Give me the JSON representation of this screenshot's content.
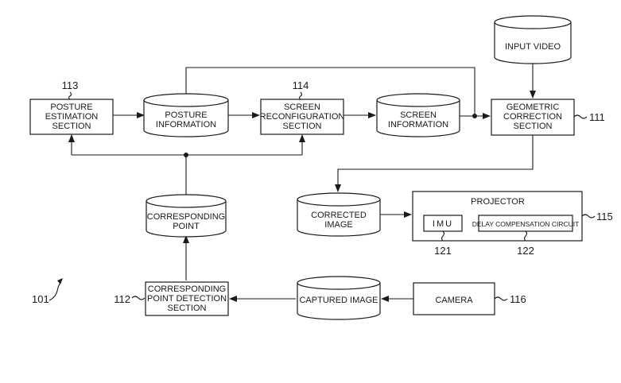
{
  "nodes": {
    "input_video": {
      "lines": [
        "INPUT VIDEO"
      ]
    },
    "posture_estimation": {
      "lines": [
        "POSTURE",
        "ESTIMATION",
        "SECTION"
      ],
      "ref": "113"
    },
    "posture_information": {
      "lines": [
        "POSTURE",
        "INFORMATION"
      ]
    },
    "screen_reconfiguration": {
      "lines": [
        "SCREEN",
        "RECONFIGURATION",
        "SECTION"
      ],
      "ref": "114"
    },
    "screen_information": {
      "lines": [
        "SCREEN",
        "INFORMATION"
      ]
    },
    "geometric_correction": {
      "lines": [
        "GEOMETRIC",
        "CORRECTION",
        "SECTION"
      ],
      "ref": "111"
    },
    "corresponding_point": {
      "lines": [
        "CORRESPONDING",
        "POINT"
      ]
    },
    "corrected_image": {
      "lines": [
        "CORRECTED",
        "IMAGE"
      ]
    },
    "projector": {
      "lines": [
        "PROJECTOR"
      ],
      "ref": "115"
    },
    "imu": {
      "lines": [
        "IMU"
      ],
      "ref": "121"
    },
    "delay_compensation": {
      "lines": [
        "DELAY COMPENSATION CIRCUIT"
      ],
      "ref": "122"
    },
    "corresponding_point_detection": {
      "lines": [
        "CORRESPONDING",
        "POINT DETECTION",
        "SECTION"
      ],
      "ref": "112"
    },
    "captured_image": {
      "lines": [
        "CAPTURED IMAGE"
      ]
    },
    "camera": {
      "lines": [
        "CAMERA"
      ],
      "ref": "116"
    }
  },
  "system_ref": "101"
}
